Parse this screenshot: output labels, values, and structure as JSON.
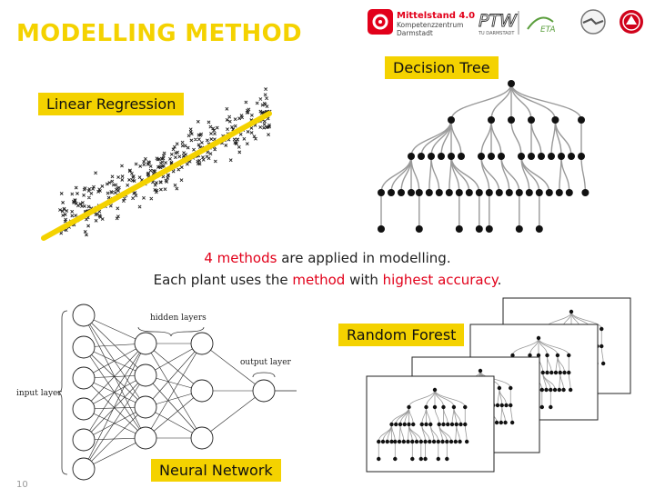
{
  "slide": {
    "title": "MODELLING METHOD",
    "page_number": "10"
  },
  "labels": {
    "linear_regression": "Linear Regression",
    "decision_tree": "Decision Tree",
    "random_forest": "Random Forest",
    "neural_network": "Neural Network"
  },
  "caption": {
    "line1_highlight": "4 methods",
    "line1_rest": " are applied in modelling.",
    "line2_start": "Each plant uses the ",
    "line2_highlight1": "method",
    "line2_mid": " with ",
    "line2_highlight2": "highest accuracy",
    "line2_end": "."
  },
  "neural_network": {
    "hidden_layers_label": "hidden layers",
    "output_layer_label": "output layer",
    "input_layer_label": "input layer"
  },
  "logos": {
    "mittelstand_line1": "Mittelstand 4.0",
    "mittelstand_line2": "Kompetenzzentrum",
    "mittelstand_line3": "Darmstadt",
    "ptw": "PTW",
    "ptw_sub": "TU DARMSTADT",
    "eta": "ETA"
  },
  "colors": {
    "accent_yellow": "#f4d200",
    "highlight_red": "#e2001a"
  }
}
